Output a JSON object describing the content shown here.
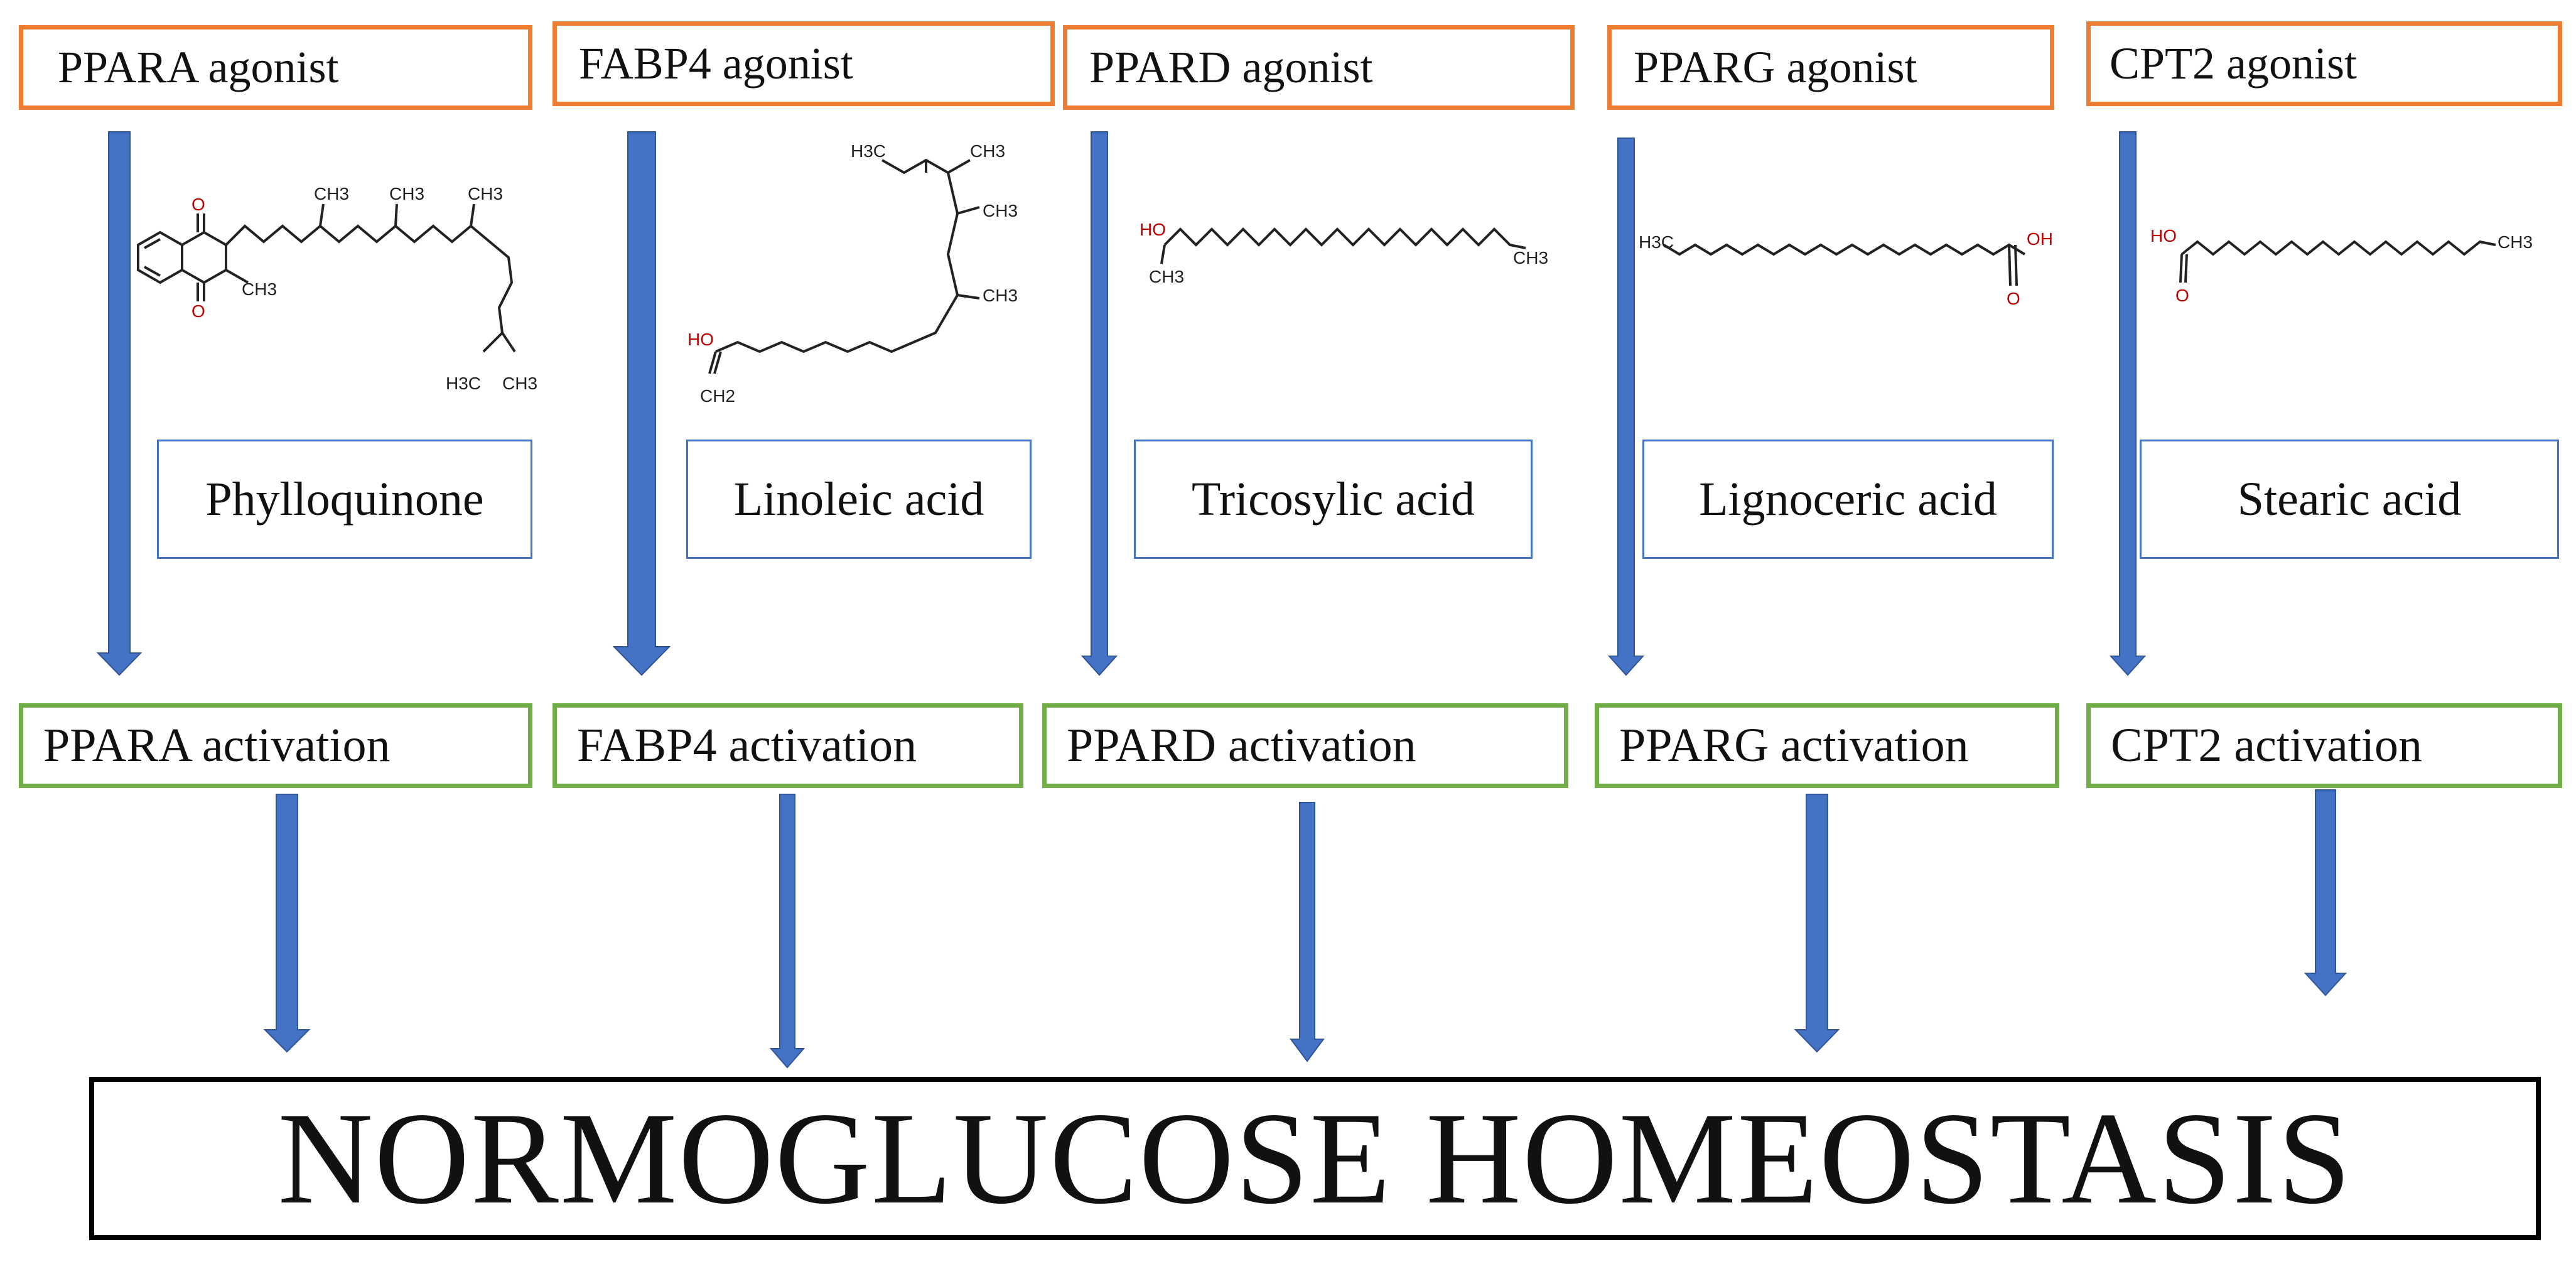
{
  "colors": {
    "agonist_border": "#ED7D31",
    "activation_border": "#70AD47",
    "compound_border": "#4472C4",
    "arrow": "#4472C4",
    "outcome_border": "#000000"
  },
  "columns": [
    {
      "agonist": "PPARA agonist",
      "compound": "Phylloquinone",
      "activation": "PPARA activation",
      "structure_labels": [
        "O",
        "O",
        "CH3",
        "CH3",
        "CH3",
        "CH3",
        "H3C",
        "CH3"
      ]
    },
    {
      "agonist": "FABP4 agonist",
      "compound": "Linoleic acid",
      "activation": "FABP4 activation",
      "structure_labels": [
        "H3C",
        "CH3",
        "CH3",
        "CH3",
        "HO",
        "CH2"
      ]
    },
    {
      "agonist": "PPARD agonist",
      "compound": "Tricosylic acid",
      "activation": "PPARD activation",
      "structure_labels": [
        "HO",
        "CH3",
        "CH3"
      ]
    },
    {
      "agonist": "PPARG agonist",
      "compound": "Lignoceric acid",
      "activation": "PPARG activation",
      "structure_labels": [
        "H3C",
        "OH",
        "O"
      ]
    },
    {
      "agonist": "CPT2 agonist",
      "compound": "Stearic acid",
      "activation": "CPT2 activation",
      "structure_labels": [
        "HO",
        "O",
        "CH3"
      ]
    }
  ],
  "outcome": "NORMOGLUCOSE HOMEOSTASIS"
}
